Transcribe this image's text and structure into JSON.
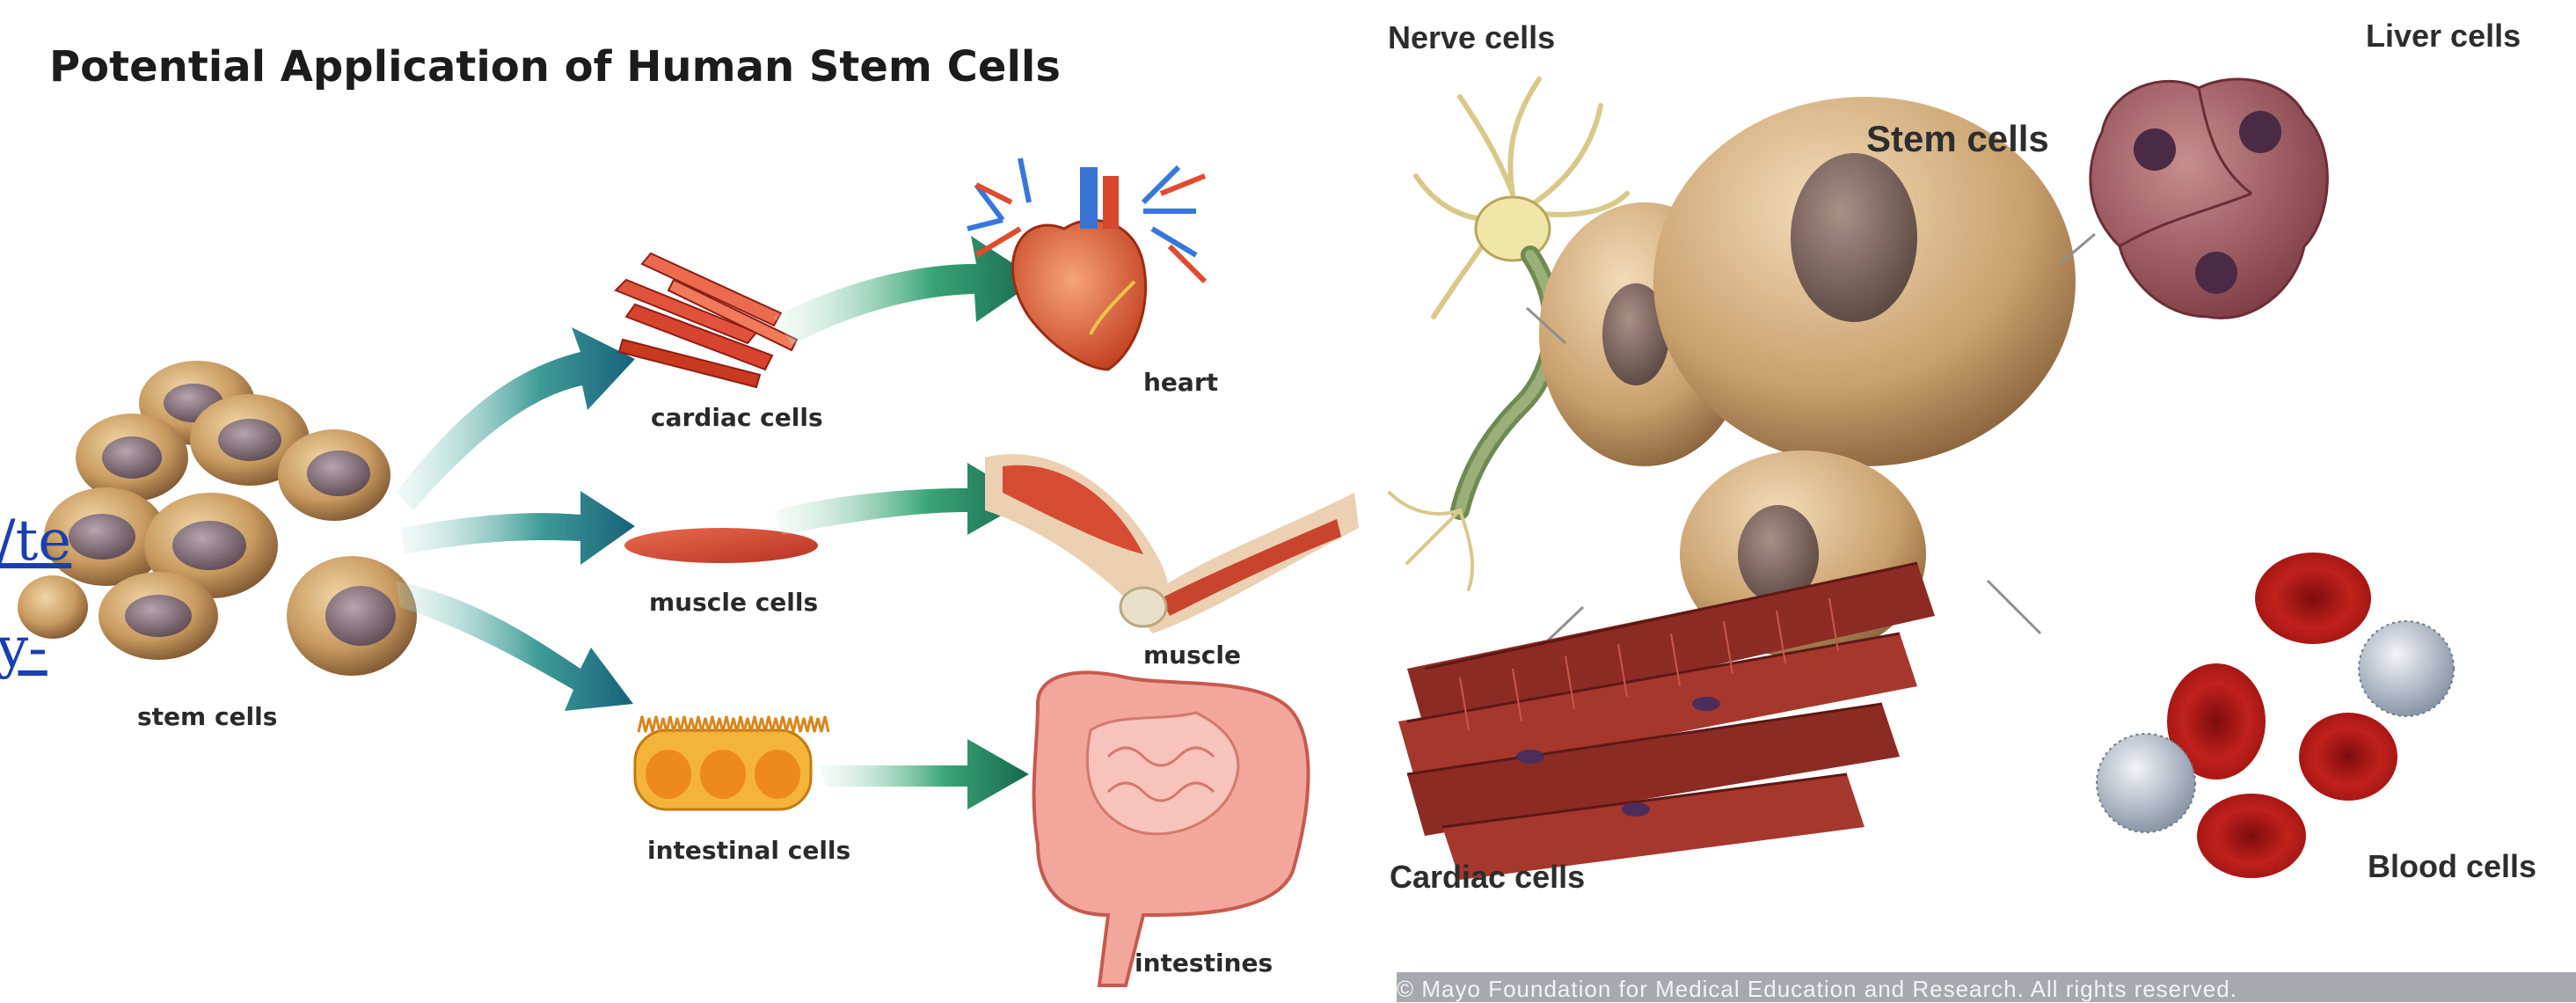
{
  "left": {
    "title": "Potential Application of Human Stem Cells",
    "labels": {
      "stem_cells": "stem cells",
      "cardiac_cells": "cardiac cells",
      "muscle_cells": "muscle cells",
      "intestinal_cells": "intestinal cells",
      "heart": "heart",
      "muscle": "muscle",
      "intestines": "intestines"
    },
    "link_fragments": [
      "/te",
      "y-"
    ]
  },
  "right": {
    "labels": {
      "nerve_cells": "Nerve cells",
      "liver_cells": "Liver cells",
      "stem_cells": "Stem cells",
      "cardiac_cells": "Cardiac cells",
      "blood_cells": "Blood cells"
    },
    "copyright": "© Mayo Foundation for Medical Education and Research.  All rights reserved."
  }
}
